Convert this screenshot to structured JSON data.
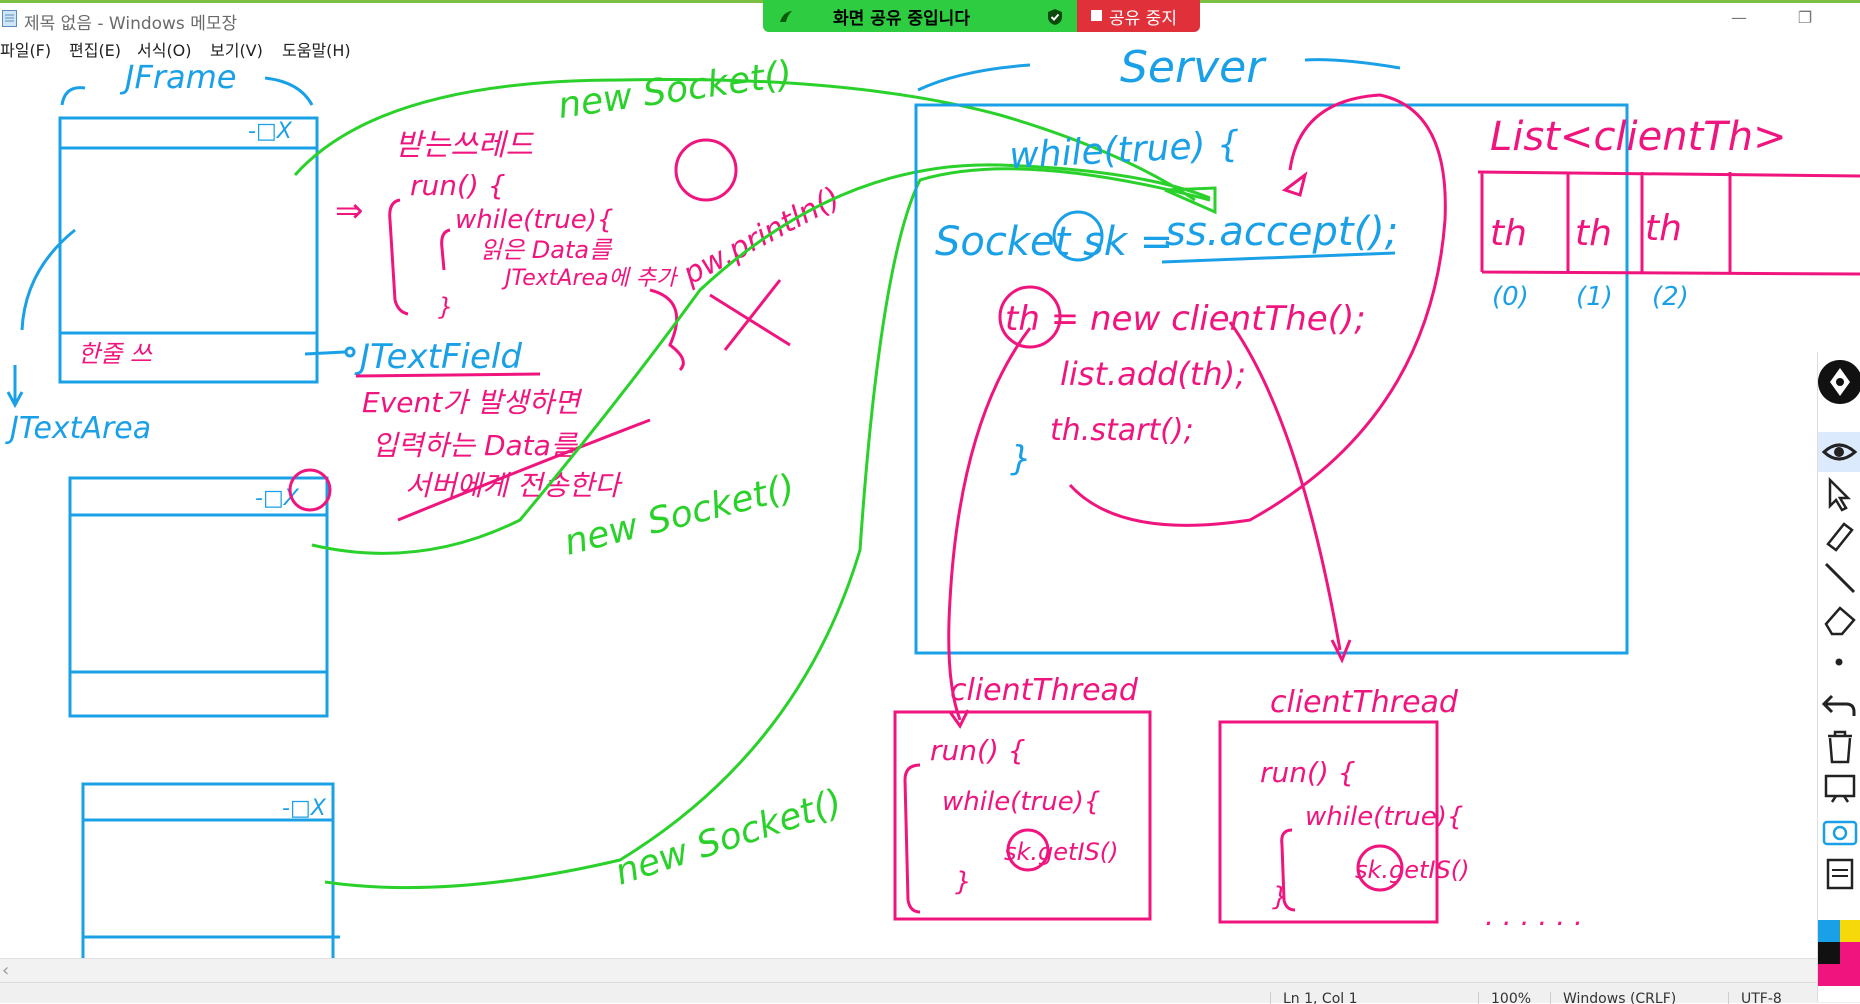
{
  "window": {
    "title": "제목 없음 - Windows 메모장",
    "minimize_glyph": "—",
    "restore_glyph": "❐"
  },
  "menu": [
    "파일(F)",
    "편집(E)",
    "서식(O)",
    "보기(V)",
    "도움말(H)"
  ],
  "share_banner": {
    "status_label": "화면 공유 중입니다",
    "stop_label": "공유 중지",
    "green": "#2ecc40",
    "red": "#e0313a"
  },
  "status_bar": {
    "position": "Ln 1, Col 1",
    "zoom": "100%",
    "line_ending": "Windows (CRLF)",
    "encoding": "UTF-8"
  },
  "drawing": {
    "colors": {
      "blue": "#1aa0e6",
      "pink": "#f0157e",
      "green": "#2bd12b"
    },
    "client_frame_title": "JFrame",
    "frame_controls": "-□X",
    "textarea_label": "JTextArea",
    "textfield_hint": "한줄 쓰",
    "server_title": "Server",
    "list_title": "List<clientTh>",
    "list_cells": [
      "th",
      "th",
      "th"
    ],
    "list_indices": [
      "(0)",
      "(1)",
      "(2)"
    ],
    "receive_thread": {
      "title": "받는쓰레드",
      "arrow": "⇒",
      "lines": [
        "run() {",
        "while(true){",
        "읽은 Data를",
        "JTextArea에 추가",
        "}"
      ]
    },
    "textfield_note": {
      "title": "JTextField",
      "lines": [
        "Event가 발생하면",
        "입력하는 Data를",
        "서버에게 전송한다"
      ],
      "println": "pw.println()"
    },
    "new_socket_label": "new Socket()",
    "server_code": [
      "while(true) {",
      "Socket sk = ",
      "ss.accept();",
      "th = new clientThe();",
      "list.add(th);",
      "th.start();",
      "}"
    ],
    "client_thread_title": "clientThread",
    "client_thread_lines": [
      "run() {",
      "while(true){",
      "sk.getIS()",
      "}"
    ],
    "ellipsis": ". . . . . ."
  }
}
